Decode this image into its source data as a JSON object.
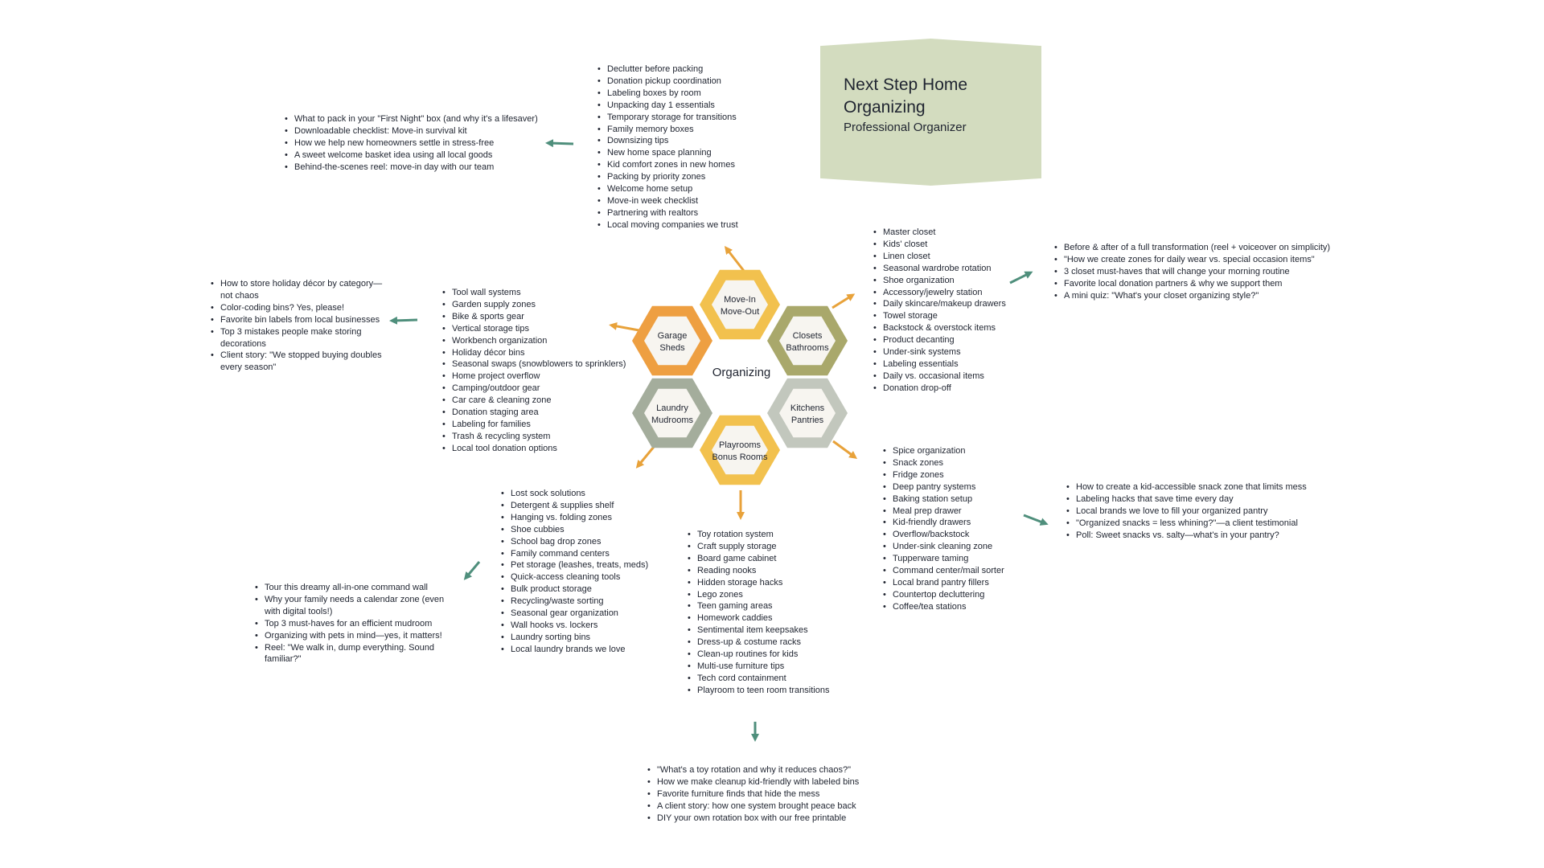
{
  "title": {
    "line1": "Next Step Home",
    "line2": "Organizing",
    "subtitle": "Professional Organizer"
  },
  "center_label": "Organizing",
  "hexes": {
    "move": {
      "line1": "Move-In",
      "line2": "Move-Out",
      "color": "#f2c14e"
    },
    "closets": {
      "line1": "Closets",
      "line2": "Bathrooms",
      "color": "#a9a86b"
    },
    "kitchens": {
      "line1": "Kitchens",
      "line2": "Pantries",
      "color": "#c2c7bd"
    },
    "playrooms": {
      "line1": "Playrooms",
      "line2": "Bonus Rooms",
      "color": "#f2c14e"
    },
    "laundry": {
      "line1": "Laundry",
      "line2": "Mudrooms",
      "color": "#a4ad9c"
    },
    "garage": {
      "line1": "Garage",
      "line2": "Sheds",
      "color": "#ee9f41"
    }
  },
  "colors": {
    "arrow_orange": "#e8a23a",
    "arrow_teal": "#4f8f7c",
    "hex_inner": "#f7f5f0"
  },
  "lists": {
    "move_topics": [
      "Declutter before packing",
      "Donation pickup coordination",
      "Labeling boxes by room",
      "Unpacking day 1 essentials",
      "Temporary storage for transitions",
      "Family memory boxes",
      "Downsizing tips",
      "New home space planning",
      "Kid comfort zones in new homes",
      "Packing by priority zones",
      "Welcome home setup",
      "Move-in week checklist",
      "Partnering with realtors",
      "Local moving companies we trust"
    ],
    "move_posts": [
      "What to pack in your \"First Night\" box (and why it's a lifesaver)",
      "Downloadable checklist: Move-in survival kit",
      "How we help new homeowners settle in stress-free",
      "A sweet welcome basket idea using all local goods",
      "Behind-the-scenes reel: move-in day with our team"
    ],
    "closets_topics": [
      "Master closet",
      "Kids' closet",
      "Linen closet",
      "Seasonal wardrobe rotation",
      "Shoe organization",
      "Accessory/jewelry station",
      "Daily skincare/makeup drawers",
      "Towel storage",
      "Backstock & overstock items",
      "Product decanting",
      "Under-sink systems",
      "Labeling essentials",
      "Daily vs. occasional items",
      "Donation drop-off"
    ],
    "closets_posts": [
      "Before & after of a full transformation (reel + voiceover on simplicity)",
      "\"How we create zones for daily wear vs. special occasion items\"",
      "3 closet must-haves that will change your morning routine",
      "Favorite local donation partners & why we support them",
      "A mini quiz: \"What's your closet organizing style?\""
    ],
    "garage_topics": [
      "Tool wall systems",
      "Garden supply zones",
      "Bike & sports gear",
      "Vertical storage tips",
      "Workbench organization",
      "Holiday décor bins",
      "Seasonal swaps (snowblowers to sprinklers)",
      "Home project overflow",
      "Camping/outdoor gear",
      "Car care & cleaning zone",
      "Donation staging area",
      "Labeling for families",
      "Trash & recycling system",
      "Local tool donation options"
    ],
    "garage_posts": [
      "How to store holiday décor by category—not chaos",
      "Color-coding bins? Yes, please!",
      "Favorite bin labels from local businesses",
      "Top 3 mistakes people make storing decorations",
      "Client story: \"We stopped buying doubles every season\""
    ],
    "kitchens_topics": [
      "Spice organization",
      "Snack zones",
      "Fridge zones",
      "Deep pantry systems",
      "Baking station setup",
      "Meal prep drawer",
      "Kid-friendly drawers",
      "Overflow/backstock",
      "Under-sink cleaning zone",
      "Tupperware taming",
      "Command center/mail sorter",
      "Local brand pantry fillers",
      "Countertop decluttering",
      "Coffee/tea stations"
    ],
    "kitchens_posts": [
      "How to create a kid-accessible snack zone that limits mess",
      "Labeling hacks that save time every day",
      "Local brands we love to fill your organized pantry",
      "\"Organized snacks = less whining?\"—a client testimonial",
      "Poll: Sweet snacks vs. salty—what's in your pantry?"
    ],
    "laundry_topics": [
      "Lost sock solutions",
      "Detergent & supplies shelf",
      "Hanging vs. folding zones",
      "Shoe cubbies",
      "School bag drop zones",
      "Family command centers",
      "Pet storage (leashes, treats, meds)",
      "Quick-access cleaning tools",
      "Bulk product storage",
      "Recycling/waste sorting",
      "Seasonal gear organization",
      "Wall hooks vs. lockers",
      "Laundry sorting bins",
      "Local laundry brands we love"
    ],
    "laundry_posts": [
      "Tour this dreamy all-in-one command wall",
      "Why your family needs a calendar zone (even with digital tools!)",
      "Top 3 must-haves for an efficient mudroom",
      "Organizing with pets in mind—yes, it matters!",
      "Reel: \"We walk in, dump everything. Sound familiar?\""
    ],
    "playrooms_topics": [
      "Toy rotation system",
      "Craft supply storage",
      "Board game cabinet",
      "Reading nooks",
      "Hidden storage hacks",
      "Lego zones",
      "Teen gaming areas",
      "Homework caddies",
      "Sentimental item keepsakes",
      "Dress-up & costume racks",
      "Clean-up routines for kids",
      "Multi-use furniture tips",
      "Tech cord containment",
      "Playroom to teen room transitions"
    ],
    "playrooms_posts": [
      "\"What's a toy rotation and why it reduces chaos?\"",
      "How we make cleanup kid-friendly with labeled bins",
      "Favorite furniture finds that hide the mess",
      "A client story: how one system brought peace back",
      "DIY your own rotation box with our free printable"
    ]
  }
}
